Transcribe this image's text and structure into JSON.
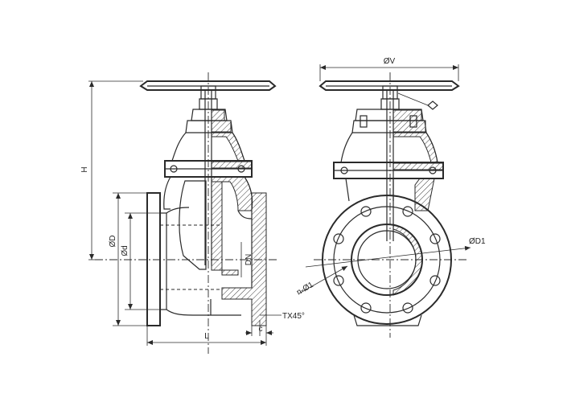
{
  "labels": {
    "h": "H",
    "od": "ØD",
    "od_small": "Ød",
    "dn": "DN",
    "l": "L",
    "c": "c",
    "tx45": "TX45°",
    "ov": "ØV",
    "od1": "ØD1",
    "n_phi1": "n-Ø1"
  }
}
